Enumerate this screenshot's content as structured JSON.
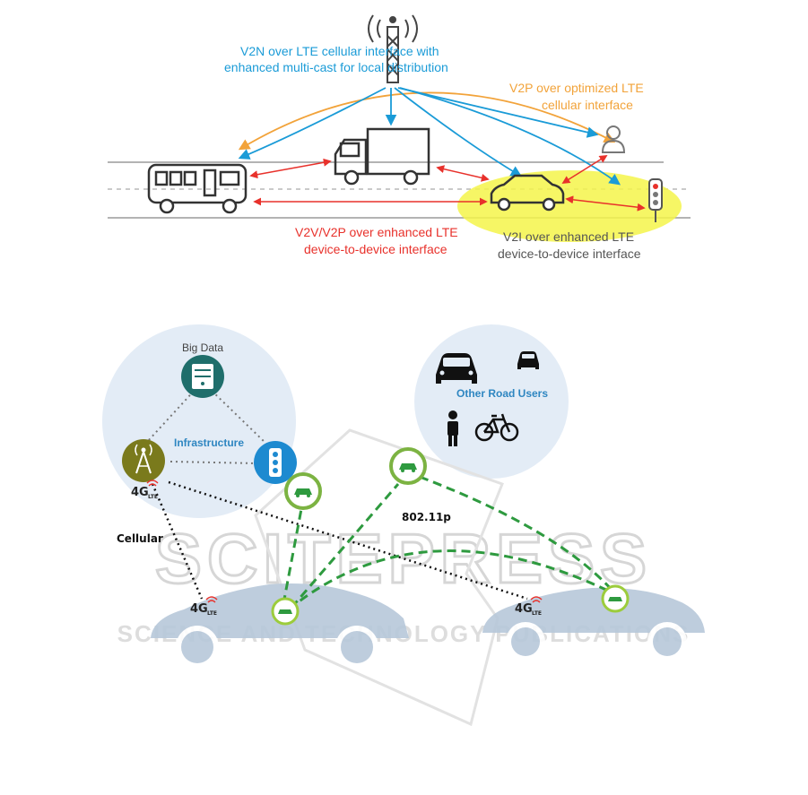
{
  "top_diagram": {
    "v2n_label_line1": "V2N over LTE cellular interface with",
    "v2n_label_line2": "enhanced multi-cast for local distribution",
    "v2p_label_line1": "V2P over optimized LTE",
    "v2p_label_line2": "cellular interface",
    "v2v_label_line1": "V2V/V2P over enhanced LTE",
    "v2v_label_line2": "device-to-device interface",
    "v2i_label_line1": "V2I over enhanced LTE",
    "v2i_label_line2": "device-to-device interface",
    "colors": {
      "blue": "#1a9bd7",
      "orange": "#f2a33a",
      "red": "#e8312b",
      "highlight": "#f4f44a"
    }
  },
  "bottom_diagram": {
    "big_data_label": "Big Data",
    "infrastructure_label": "Infrastructure",
    "other_road_users_label": "Other Road Users",
    "protocol_label": "802.11p",
    "cellular_label": "Cellular",
    "badge_4g": "4G",
    "badge_lte": "LTE",
    "colors": {
      "green": "#2e9a3f",
      "olive": "#7a7a1c",
      "teal": "#1f6e6b",
      "blue": "#1d8ad0"
    }
  },
  "watermark": {
    "main": "SCITEPRESS",
    "sub": "SCIENCE AND TECHNOLOGY PUBLICATIONS"
  }
}
